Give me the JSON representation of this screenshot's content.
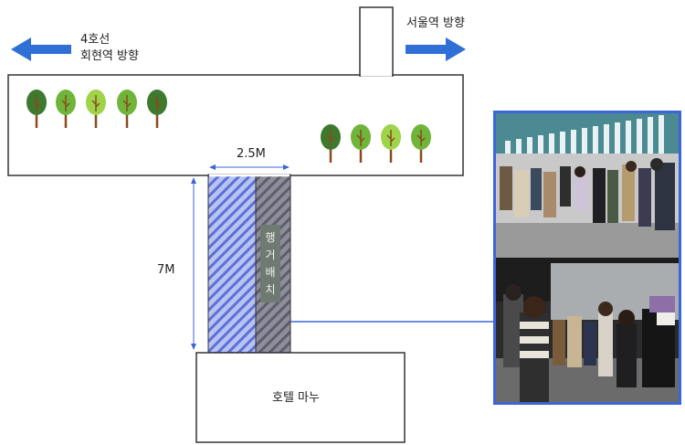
{
  "labels": {
    "left_direction_line1": "4호선",
    "left_direction_line2": "회현역 방향",
    "right_direction": "서울역 방향",
    "width_dim": "2.5M",
    "height_dim": "7M",
    "hanger_chars": [
      "행",
      "거",
      "배",
      "치"
    ],
    "hotel": "호텔 마누"
  },
  "trees": {
    "count_left": 5,
    "count_right": 4,
    "colors": [
      "#3d7a2e",
      "#6fb53a",
      "#9fd44a"
    ]
  },
  "colors": {
    "arrow": "#2f6fd6",
    "outline": "#333333",
    "hatch_light": "#5b72d6",
    "hatch_dark": "#6a6a78",
    "connector": "#3a66d8"
  },
  "photos": [
    {
      "name": "market-photo-top"
    },
    {
      "name": "market-photo-bottom"
    }
  ]
}
